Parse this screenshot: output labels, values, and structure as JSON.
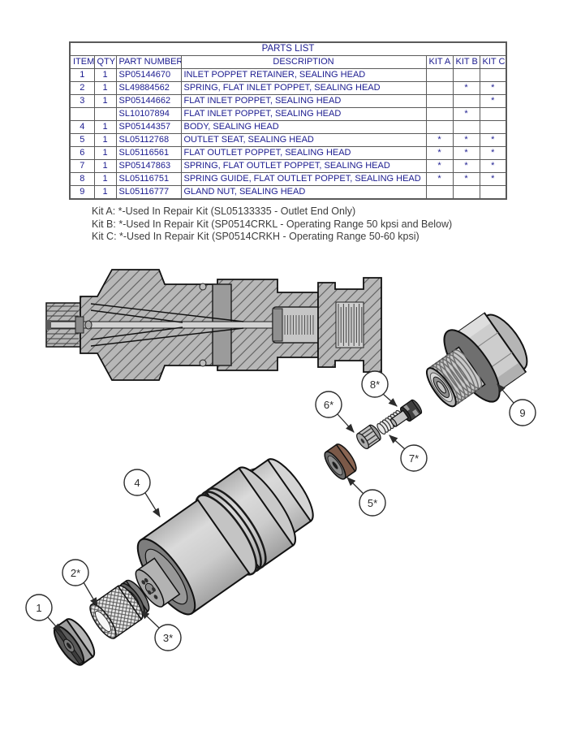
{
  "parts_list": {
    "title": "PARTS LIST",
    "columns": [
      "ITEM",
      "QTY",
      "PART NUMBER",
      "DESCRIPTION",
      "KIT A",
      "KIT B",
      "KIT C"
    ],
    "rows": [
      {
        "item": "1",
        "qty": "1",
        "part_number": "SP05144670",
        "description": "INLET POPPET RETAINER, SEALING HEAD",
        "kit_a": "",
        "kit_b": "",
        "kit_c": ""
      },
      {
        "item": "2",
        "qty": "1",
        "part_number": "SL49884562",
        "description": "SPRING, FLAT INLET POPPET, SEALING HEAD",
        "kit_a": "",
        "kit_b": "*",
        "kit_c": "*"
      },
      {
        "item": "3",
        "qty": "1",
        "part_number": "SP05144662",
        "description": "FLAT INLET POPPET, SEALING HEAD",
        "kit_a": "",
        "kit_b": "",
        "kit_c": "*"
      },
      {
        "item": "",
        "qty": "",
        "part_number": "SL10107894",
        "description": "FLAT INLET POPPET, SEALING HEAD",
        "kit_a": "",
        "kit_b": "*",
        "kit_c": ""
      },
      {
        "item": "4",
        "qty": "1",
        "part_number": "SP05144357",
        "description": "BODY, SEALING HEAD",
        "kit_a": "",
        "kit_b": "",
        "kit_c": ""
      },
      {
        "item": "5",
        "qty": "1",
        "part_number": "SL05112768",
        "description": "OUTLET SEAT, SEALING HEAD",
        "kit_a": "*",
        "kit_b": "*",
        "kit_c": "*"
      },
      {
        "item": "6",
        "qty": "1",
        "part_number": "SL05116561",
        "description": "FLAT OUTLET POPPET, SEALING HEAD",
        "kit_a": "*",
        "kit_b": "*",
        "kit_c": "*"
      },
      {
        "item": "7",
        "qty": "1",
        "part_number": "SP05147863",
        "description": "SPRING, FLAT OUTLET POPPET, SEALING HEAD",
        "kit_a": "*",
        "kit_b": "*",
        "kit_c": "*"
      },
      {
        "item": "8",
        "qty": "1",
        "part_number": "SL05116751",
        "description": "SPRING GUIDE, FLAT OUTLET POPPET, SEALING HEAD",
        "kit_a": "*",
        "kit_b": "*",
        "kit_c": "*"
      },
      {
        "item": "9",
        "qty": "1",
        "part_number": "SL05116777",
        "description": "GLAND NUT, SEALING HEAD",
        "kit_a": "",
        "kit_b": "",
        "kit_c": ""
      }
    ]
  },
  "kit_notes": [
    "Kit A: *-Used In Repair Kit (SL05133335 - Outlet End Only)",
    "Kit B: *-Used In Repair Kit (SP0514CRKL - Operating Range 50 kpsi and Below)",
    "Kit C: *-Used In Repair Kit (SP0514CRKH - Operating Range 50-60 kpsi)"
  ],
  "callouts": [
    {
      "label": "1",
      "part": "inlet-poppet-retainer"
    },
    {
      "label": "2*",
      "part": "spring-flat-inlet-poppet"
    },
    {
      "label": "3*",
      "part": "flat-inlet-poppet"
    },
    {
      "label": "4",
      "part": "body"
    },
    {
      "label": "5*",
      "part": "outlet-seat"
    },
    {
      "label": "6*",
      "part": "flat-outlet-poppet"
    },
    {
      "label": "7*",
      "part": "spring-flat-outlet-poppet"
    },
    {
      "label": "8*",
      "part": "spring-guide"
    },
    {
      "label": "9",
      "part": "gland-nut"
    }
  ],
  "colors": {
    "table_text": "#1b1b8f",
    "notes_text": "#3c3c3c",
    "metal_light": "#c9c9c9",
    "metal_dark": "#7d7d7d",
    "seat_brown": "#7b5948"
  }
}
